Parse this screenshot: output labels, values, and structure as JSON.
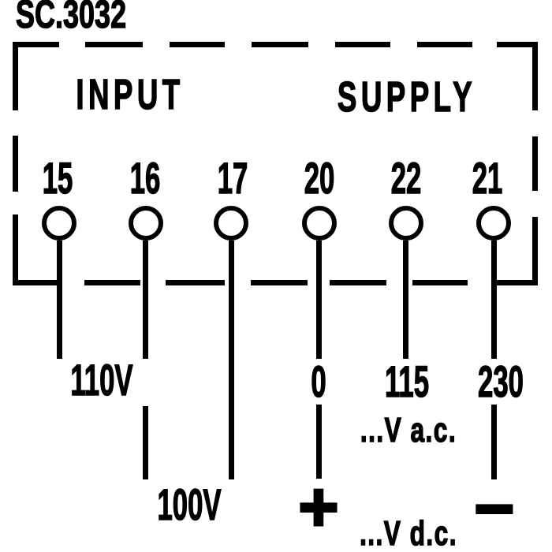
{
  "colors": {
    "ink": "#000000",
    "paper": "#ffffff"
  },
  "title": "SC.3032",
  "box": {
    "input_label": "INPUT",
    "supply_label": "SUPPLY"
  },
  "terminals": [
    "15",
    "16",
    "17",
    "20",
    "22",
    "21"
  ],
  "annotations": {
    "v110": "110V",
    "v100": "100V",
    "zero": "0",
    "v115": "115",
    "v230": "230",
    "ac": "...V a.c.",
    "dc": "...V d.c.",
    "plus": "+",
    "minus": "−"
  }
}
